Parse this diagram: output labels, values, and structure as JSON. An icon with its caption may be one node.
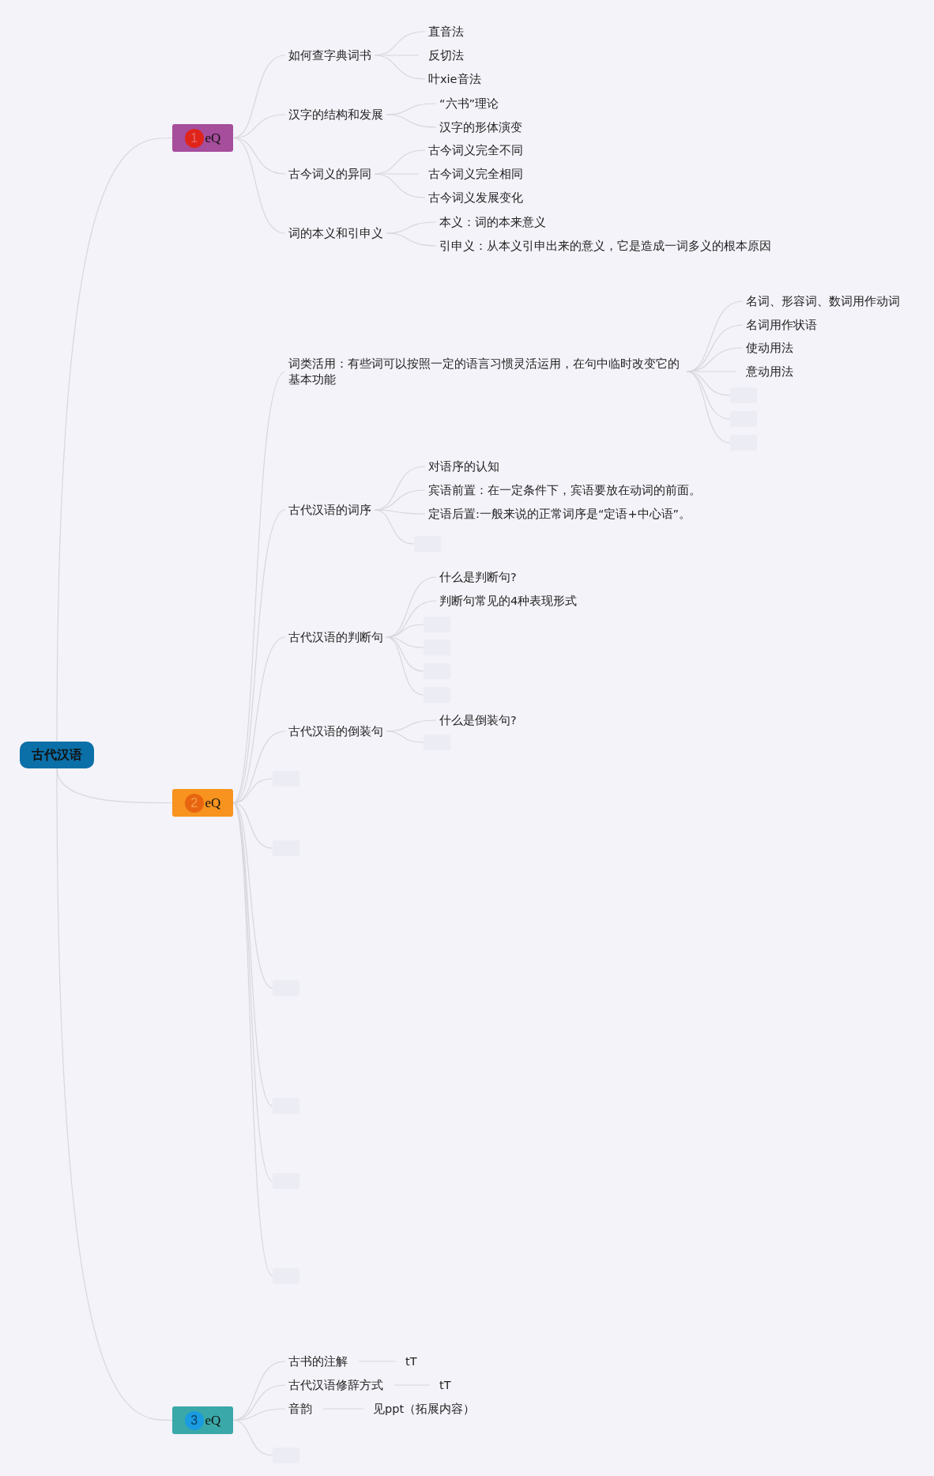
{
  "diagram": {
    "nodes": [
      {
        "text": [
          "古代汉语"
        ]
      },
      {
        "text": [
          "1",
          "eQ"
        ]
      },
      {
        "text": [
          "如何查字典词书"
        ]
      },
      {
        "text": [
          "直音法"
        ]
      },
      {
        "text": [
          "反切法"
        ]
      },
      {
        "text": [
          "叶xie音法"
        ]
      },
      {
        "text": [
          "汉字的结构和发展"
        ]
      },
      {
        "text": [
          "“六书”理论"
        ]
      },
      {
        "text": [
          "汉字的形体演变"
        ]
      },
      {
        "text": [
          "古今词义的异同"
        ]
      },
      {
        "text": [
          "古今词义完全不同"
        ]
      },
      {
        "text": [
          "古今词义完全相同"
        ]
      },
      {
        "text": [
          "古今词义发展变化"
        ]
      },
      {
        "text": [
          "词的本义和引申义"
        ]
      },
      {
        "text": [
          "本义：词的本来意义"
        ]
      },
      {
        "text": [
          "引申义：从本义引申出来的意义，它是造成一词多义的根本原因"
        ]
      },
      {
        "text": [
          "2",
          "eQ"
        ]
      },
      {
        "text": [
          "词类活用：有些词可以按照一定的语言习惯灵活运用，在句中临时改变它的基本功能"
        ]
      },
      {
        "text": [
          "名词、形容词、数词用作动词"
        ]
      },
      {
        "text": [
          "名词用作状语"
        ]
      },
      {
        "text": [
          "使动用法"
        ]
      },
      {
        "text": [
          "意动用法"
        ]
      },
      {
        "text": [
          "古代汉语的词序"
        ]
      },
      {
        "text": [
          "对语序的认知"
        ]
      },
      {
        "text": [
          "宾语前置：在一定条件下，宾语要放在动词的前面。"
        ]
      },
      {
        "text": [
          "定语后置:一般来说的正常词序是“定语+中心语”。"
        ]
      },
      {
        "text": [
          "古代汉语的判断句"
        ]
      },
      {
        "text": [
          "什么是判断句?"
        ]
      },
      {
        "text": [
          "判断句常见的4种表现形式"
        ]
      },
      {
        "text": [
          "古代汉语的倒装句"
        ]
      },
      {
        "text": [
          "什么是倒装句?"
        ]
      },
      {
        "text": [
          "3",
          "eQ"
        ]
      },
      {
        "text": [
          "古书的注解"
        ]
      },
      {
        "text": [
          "tT"
        ]
      },
      {
        "text": [
          "古代汉语修辞方式"
        ]
      },
      {
        "text": [
          "tT"
        ]
      },
      {
        "text": [
          "音韵"
        ]
      },
      {
        "text": [
          "见ppt（拓展内容）"
        ]
      },
      {
        "text": [],
        "shape": "box"
      },
      {
        "text": [],
        "shape": "box"
      },
      {
        "text": [],
        "shape": "box"
      },
      {
        "text": [],
        "shape": "box"
      },
      {
        "text": [],
        "shape": "box"
      },
      {
        "text": [],
        "shape": "box"
      },
      {
        "text": [],
        "shape": "box"
      },
      {
        "text": [],
        "shape": "box"
      },
      {
        "text": [],
        "shape": "box"
      },
      {
        "text": [],
        "shape": "box"
      },
      {
        "text": [],
        "shape": "box"
      },
      {
        "text": [],
        "shape": "box"
      },
      {
        "text": [],
        "shape": "box"
      },
      {
        "text": [],
        "shape": "box"
      },
      {
        "text": [],
        "shape": "box"
      },
      {
        "text": [],
        "shape": "box"
      }
    ],
    "edges": [
      {
        "from": 0,
        "to": 1,
        "arrow": "none"
      },
      {
        "from": 0,
        "to": 16,
        "arrow": "none"
      },
      {
        "from": 0,
        "to": 31,
        "arrow": "none"
      },
      {
        "from": 1,
        "to": 2,
        "arrow": "none"
      },
      {
        "from": 1,
        "to": 6,
        "arrow": "none"
      },
      {
        "from": 1,
        "to": 9,
        "arrow": "none"
      },
      {
        "from": 1,
        "to": 13,
        "arrow": "none"
      },
      {
        "from": 2,
        "to": 3,
        "arrow": "none"
      },
      {
        "from": 2,
        "to": 4,
        "arrow": "none"
      },
      {
        "from": 2,
        "to": 5,
        "arrow": "none"
      },
      {
        "from": 6,
        "to": 7,
        "arrow": "none"
      },
      {
        "from": 6,
        "to": 8,
        "arrow": "none"
      },
      {
        "from": 9,
        "to": 10,
        "arrow": "none"
      },
      {
        "from": 9,
        "to": 11,
        "arrow": "none"
      },
      {
        "from": 9,
        "to": 12,
        "arrow": "none"
      },
      {
        "from": 13,
        "to": 14,
        "arrow": "none"
      },
      {
        "from": 13,
        "to": 15,
        "arrow": "none"
      },
      {
        "from": 16,
        "to": 17,
        "arrow": "none"
      },
      {
        "from": 16,
        "to": 22,
        "arrow": "none"
      },
      {
        "from": 16,
        "to": 26,
        "arrow": "none"
      },
      {
        "from": 16,
        "to": 29,
        "arrow": "none"
      },
      {
        "from": 16,
        "to": 38,
        "arrow": "none"
      },
      {
        "from": 16,
        "to": 39,
        "arrow": "none"
      },
      {
        "from": 16,
        "to": 40,
        "arrow": "none"
      },
      {
        "from": 16,
        "to": 41,
        "arrow": "none"
      },
      {
        "from": 16,
        "to": 42,
        "arrow": "none"
      },
      {
        "from": 16,
        "to": 43,
        "arrow": "none"
      },
      {
        "from": 17,
        "to": 18,
        "arrow": "none"
      },
      {
        "from": 17,
        "to": 19,
        "arrow": "none"
      },
      {
        "from": 17,
        "to": 20,
        "arrow": "none"
      },
      {
        "from": 17,
        "to": 21,
        "arrow": "none"
      },
      {
        "from": 17,
        "to": 44,
        "arrow": "none"
      },
      {
        "from": 17,
        "to": 45,
        "arrow": "none"
      },
      {
        "from": 17,
        "to": 46,
        "arrow": "none"
      },
      {
        "from": 22,
        "to": 23,
        "arrow": "none"
      },
      {
        "from": 22,
        "to": 24,
        "arrow": "none"
      },
      {
        "from": 22,
        "to": 25,
        "arrow": "none"
      },
      {
        "from": 22,
        "to": 47,
        "arrow": "none"
      },
      {
        "from": 26,
        "to": 27,
        "arrow": "none"
      },
      {
        "from": 26,
        "to": 28,
        "arrow": "none"
      },
      {
        "from": 26,
        "to": 48,
        "arrow": "none"
      },
      {
        "from": 26,
        "to": 49,
        "arrow": "none"
      },
      {
        "from": 26,
        "to": 50,
        "arrow": "none"
      },
      {
        "from": 26,
        "to": 51,
        "arrow": "none"
      },
      {
        "from": 29,
        "to": 30,
        "arrow": "none"
      },
      {
        "from": 29,
        "to": 52,
        "arrow": "none"
      },
      {
        "from": 31,
        "to": 32,
        "arrow": "none"
      },
      {
        "from": 31,
        "to": 34,
        "arrow": "none"
      },
      {
        "from": 31,
        "to": 36,
        "arrow": "none"
      },
      {
        "from": 31,
        "to": 53,
        "arrow": "none"
      },
      {
        "from": 32,
        "to": 33,
        "arrow": "none"
      },
      {
        "from": 34,
        "to": 35,
        "arrow": "none"
      },
      {
        "from": 36,
        "to": 37,
        "arrow": "none"
      }
    ]
  }
}
